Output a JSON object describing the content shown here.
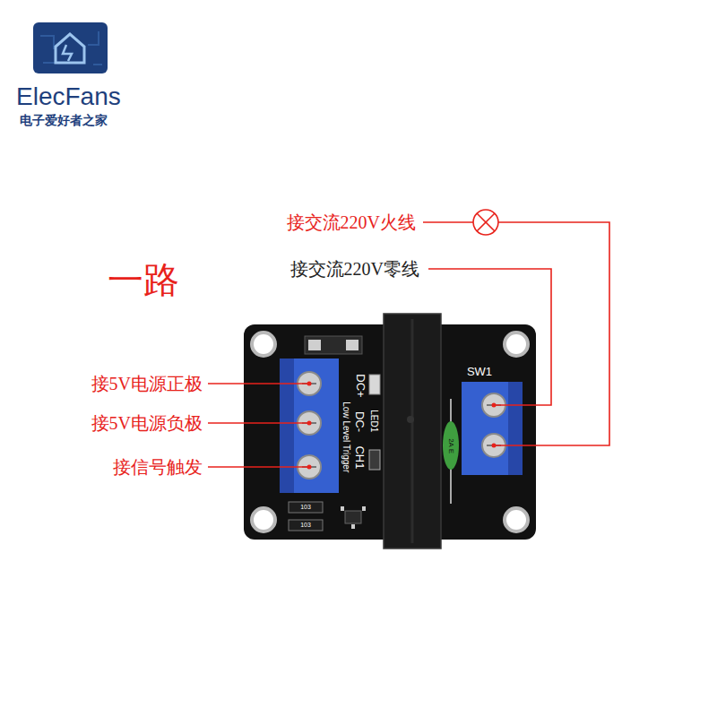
{
  "diagram": {
    "title": "一路",
    "labels": [
      "ElecFans",
      "电子爱好者之家",
      "接交流220V火线",
      "接交流220V零线",
      "接5V电源正极",
      "接5V电源负极",
      "接信号触发",
      "DC+",
      "DC-",
      "CH1",
      "Low Level Trigger",
      "LED1",
      "SW1",
      "2A E",
      "103",
      "103"
    ]
  }
}
